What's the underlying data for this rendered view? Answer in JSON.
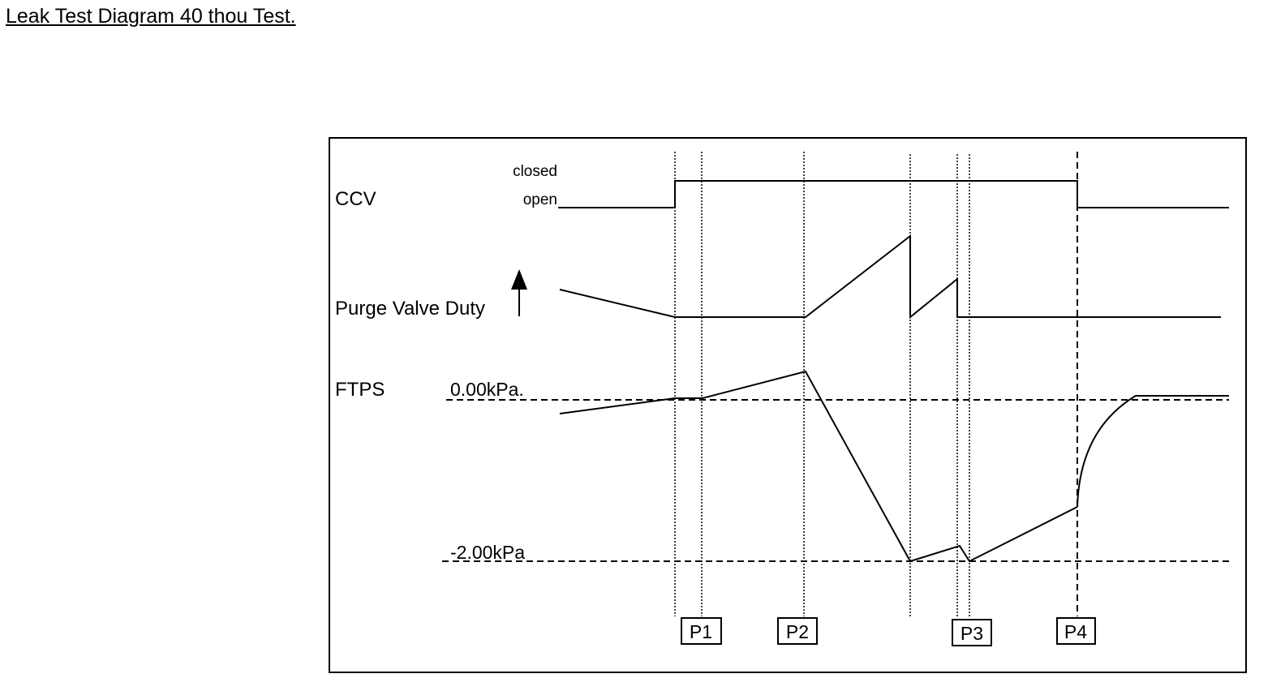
{
  "title": "Leak Test Diagram 40 thou Test.",
  "signals": {
    "ccv": "CCV",
    "purge": "Purge Valve Duty",
    "ftps": "FTPS"
  },
  "ccv_states": {
    "closed": "closed",
    "open": "open"
  },
  "pressure_levels": {
    "zero": "0.00kPa.",
    "minus_two": "-2.00kPa"
  },
  "markers": [
    "P1",
    "P2",
    "P3",
    "P4"
  ],
  "icons": {
    "increase_arrow": "up-arrow-icon"
  }
}
